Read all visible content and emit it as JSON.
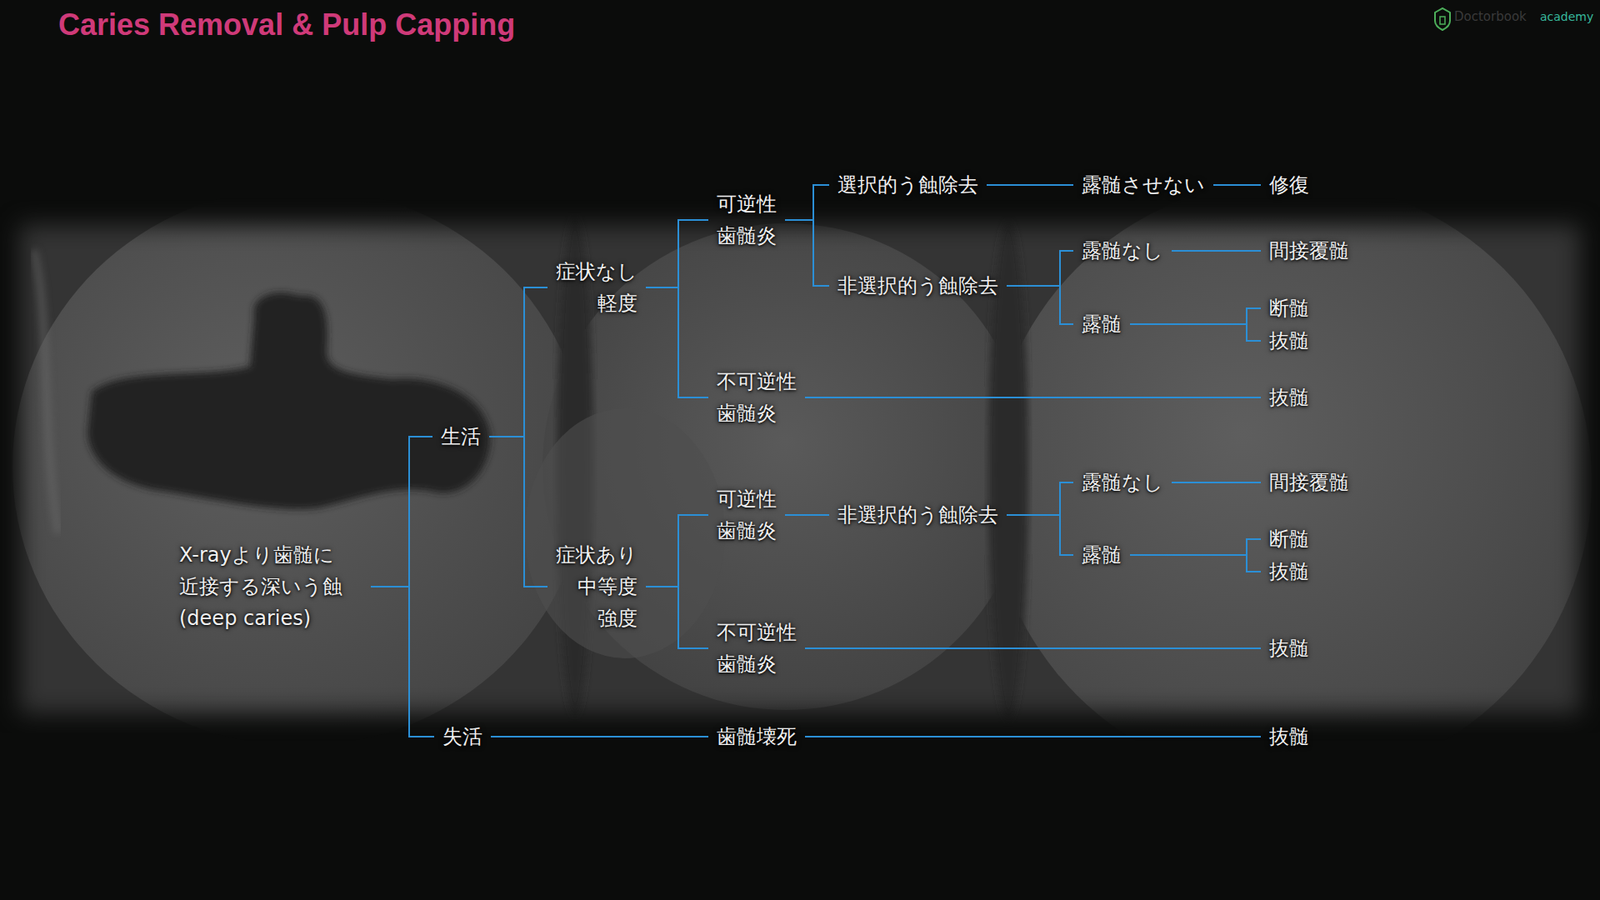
{
  "diagram": {
    "title": "Caries Removal & Pulp Capping",
    "nodes": [
      {
        "text": [
          "X-rayより歯髄に 近接する深いう蝕 (deep caries)"
        ]
      },
      {
        "text": [
          "生活"
        ]
      },
      {
        "text": [
          "症状なし 軽度"
        ]
      },
      {
        "text": [
          "可逆性 歯髄炎"
        ]
      },
      {
        "text": [
          "選択的う蝕除去"
        ]
      },
      {
        "text": [
          "露髄させない"
        ]
      },
      {
        "text": [
          "修復"
        ]
      },
      {
        "text": [
          "非選択的う蝕除去"
        ]
      },
      {
        "text": [
          "露髄なし"
        ]
      },
      {
        "text": [
          "間接覆髄"
        ]
      },
      {
        "text": [
          "露髄"
        ]
      },
      {
        "text": [
          "断髄"
        ]
      },
      {
        "text": [
          "抜髄"
        ]
      },
      {
        "text": [
          "不可逆性 歯髄炎"
        ]
      },
      {
        "text": [
          "抜髄"
        ]
      },
      {
        "text": [
          "症状あり 中等度 強度"
        ]
      },
      {
        "text": [
          "可逆性 歯髄炎"
        ]
      },
      {
        "text": [
          "非選択的う蝕除去"
        ]
      },
      {
        "text": [
          "露髄なし"
        ]
      },
      {
        "text": [
          "間接覆髄"
        ]
      },
      {
        "text": [
          "露髄"
        ]
      },
      {
        "text": [
          "断髄"
        ]
      },
      {
        "text": [
          "抜髄"
        ]
      },
      {
        "text": [
          "不可逆性 歯髄炎"
        ]
      },
      {
        "text": [
          "抜髄"
        ]
      },
      {
        "text": [
          "失活"
        ]
      },
      {
        "text": [
          "歯髄壊死"
        ]
      },
      {
        "text": [
          "抜髄"
        ]
      }
    ],
    "edges": [
      {
        "from": 0,
        "to": 1,
        "arrow": "none"
      },
      {
        "from": 0,
        "to": 25,
        "arrow": "none"
      },
      {
        "from": 1,
        "to": 2,
        "arrow": "none"
      },
      {
        "from": 1,
        "to": 15,
        "arrow": "none"
      },
      {
        "from": 2,
        "to": 3,
        "arrow": "none"
      },
      {
        "from": 2,
        "to": 13,
        "arrow": "none"
      },
      {
        "from": 3,
        "to": 4,
        "arrow": "none"
      },
      {
        "from": 3,
        "to": 7,
        "arrow": "none"
      },
      {
        "from": 4,
        "to": 5,
        "arrow": "none"
      },
      {
        "from": 5,
        "to": 6,
        "arrow": "none"
      },
      {
        "from": 7,
        "to": 8,
        "arrow": "none"
      },
      {
        "from": 7,
        "to": 10,
        "arrow": "none"
      },
      {
        "from": 8,
        "to": 9,
        "arrow": "none"
      },
      {
        "from": 10,
        "to": 11,
        "arrow": "none"
      },
      {
        "from": 10,
        "to": 12,
        "arrow": "none"
      },
      {
        "from": 13,
        "to": 14,
        "arrow": "none"
      },
      {
        "from": 15,
        "to": 16,
        "arrow": "none"
      },
      {
        "from": 15,
        "to": 23,
        "arrow": "none"
      },
      {
        "from": 16,
        "to": 17,
        "arrow": "none"
      },
      {
        "from": 17,
        "to": 18,
        "arrow": "none"
      },
      {
        "from": 17,
        "to": 20,
        "arrow": "none"
      },
      {
        "from": 18,
        "to": 19,
        "arrow": "none"
      },
      {
        "from": 20,
        "to": 21,
        "arrow": "none"
      },
      {
        "from": 20,
        "to": 22,
        "arrow": "none"
      },
      {
        "from": 23,
        "to": 24,
        "arrow": "none"
      },
      {
        "from": 25,
        "to": 26,
        "arrow": "none"
      },
      {
        "from": 26,
        "to": 27,
        "arrow": "none"
      }
    ],
    "labels": [
      "Doctorbook",
      "academy"
    ]
  }
}
